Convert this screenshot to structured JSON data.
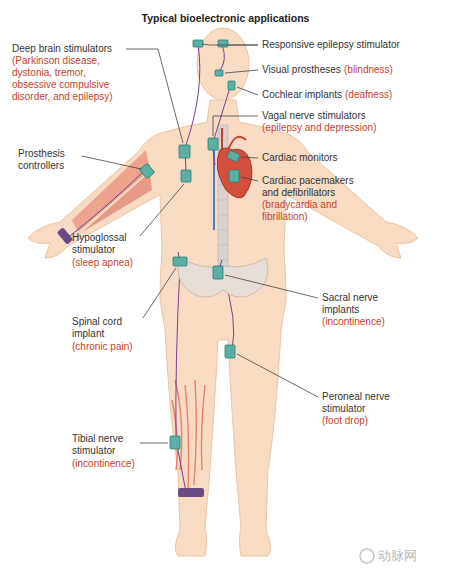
{
  "diagram": {
    "title": "Typical bioelectronic applications",
    "labels": [
      "Deep brain stimulators",
      "(Parkinson disease, dystonia, tremor, obsessive compulsive disorder, and epilepsy)",
      "Responsive epilepsy stimulator",
      "Visual prostheses",
      "(blindness)",
      "Cochlear implants",
      "(deafness)",
      "Vagal nerve stimulators",
      "(epilepsy and depression)",
      "Prosthesis controllers",
      "Cardiac monitors",
      "Cardiac pacemakers and defibrillators",
      "(bradycardia and fibrillation)",
      "Hypoglossal stimulator",
      "(sleep apnea)",
      "Sacral nerve implants",
      "(incontinence)",
      "Spinal cord implant",
      "(chronic pain)",
      "Peroneal nerve stimulator",
      "(foot drop)",
      "Tibial nerve stimulator",
      "(incontinence)",
      "动脉网"
    ]
  }
}
